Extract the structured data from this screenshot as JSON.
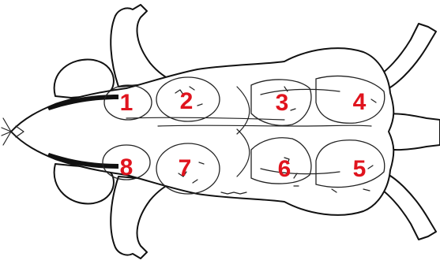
{
  "diagram": {
    "labels": [
      "1",
      "2",
      "3",
      "4",
      "5",
      "6",
      "7",
      "8"
    ],
    "label_color": "#e0141e"
  }
}
